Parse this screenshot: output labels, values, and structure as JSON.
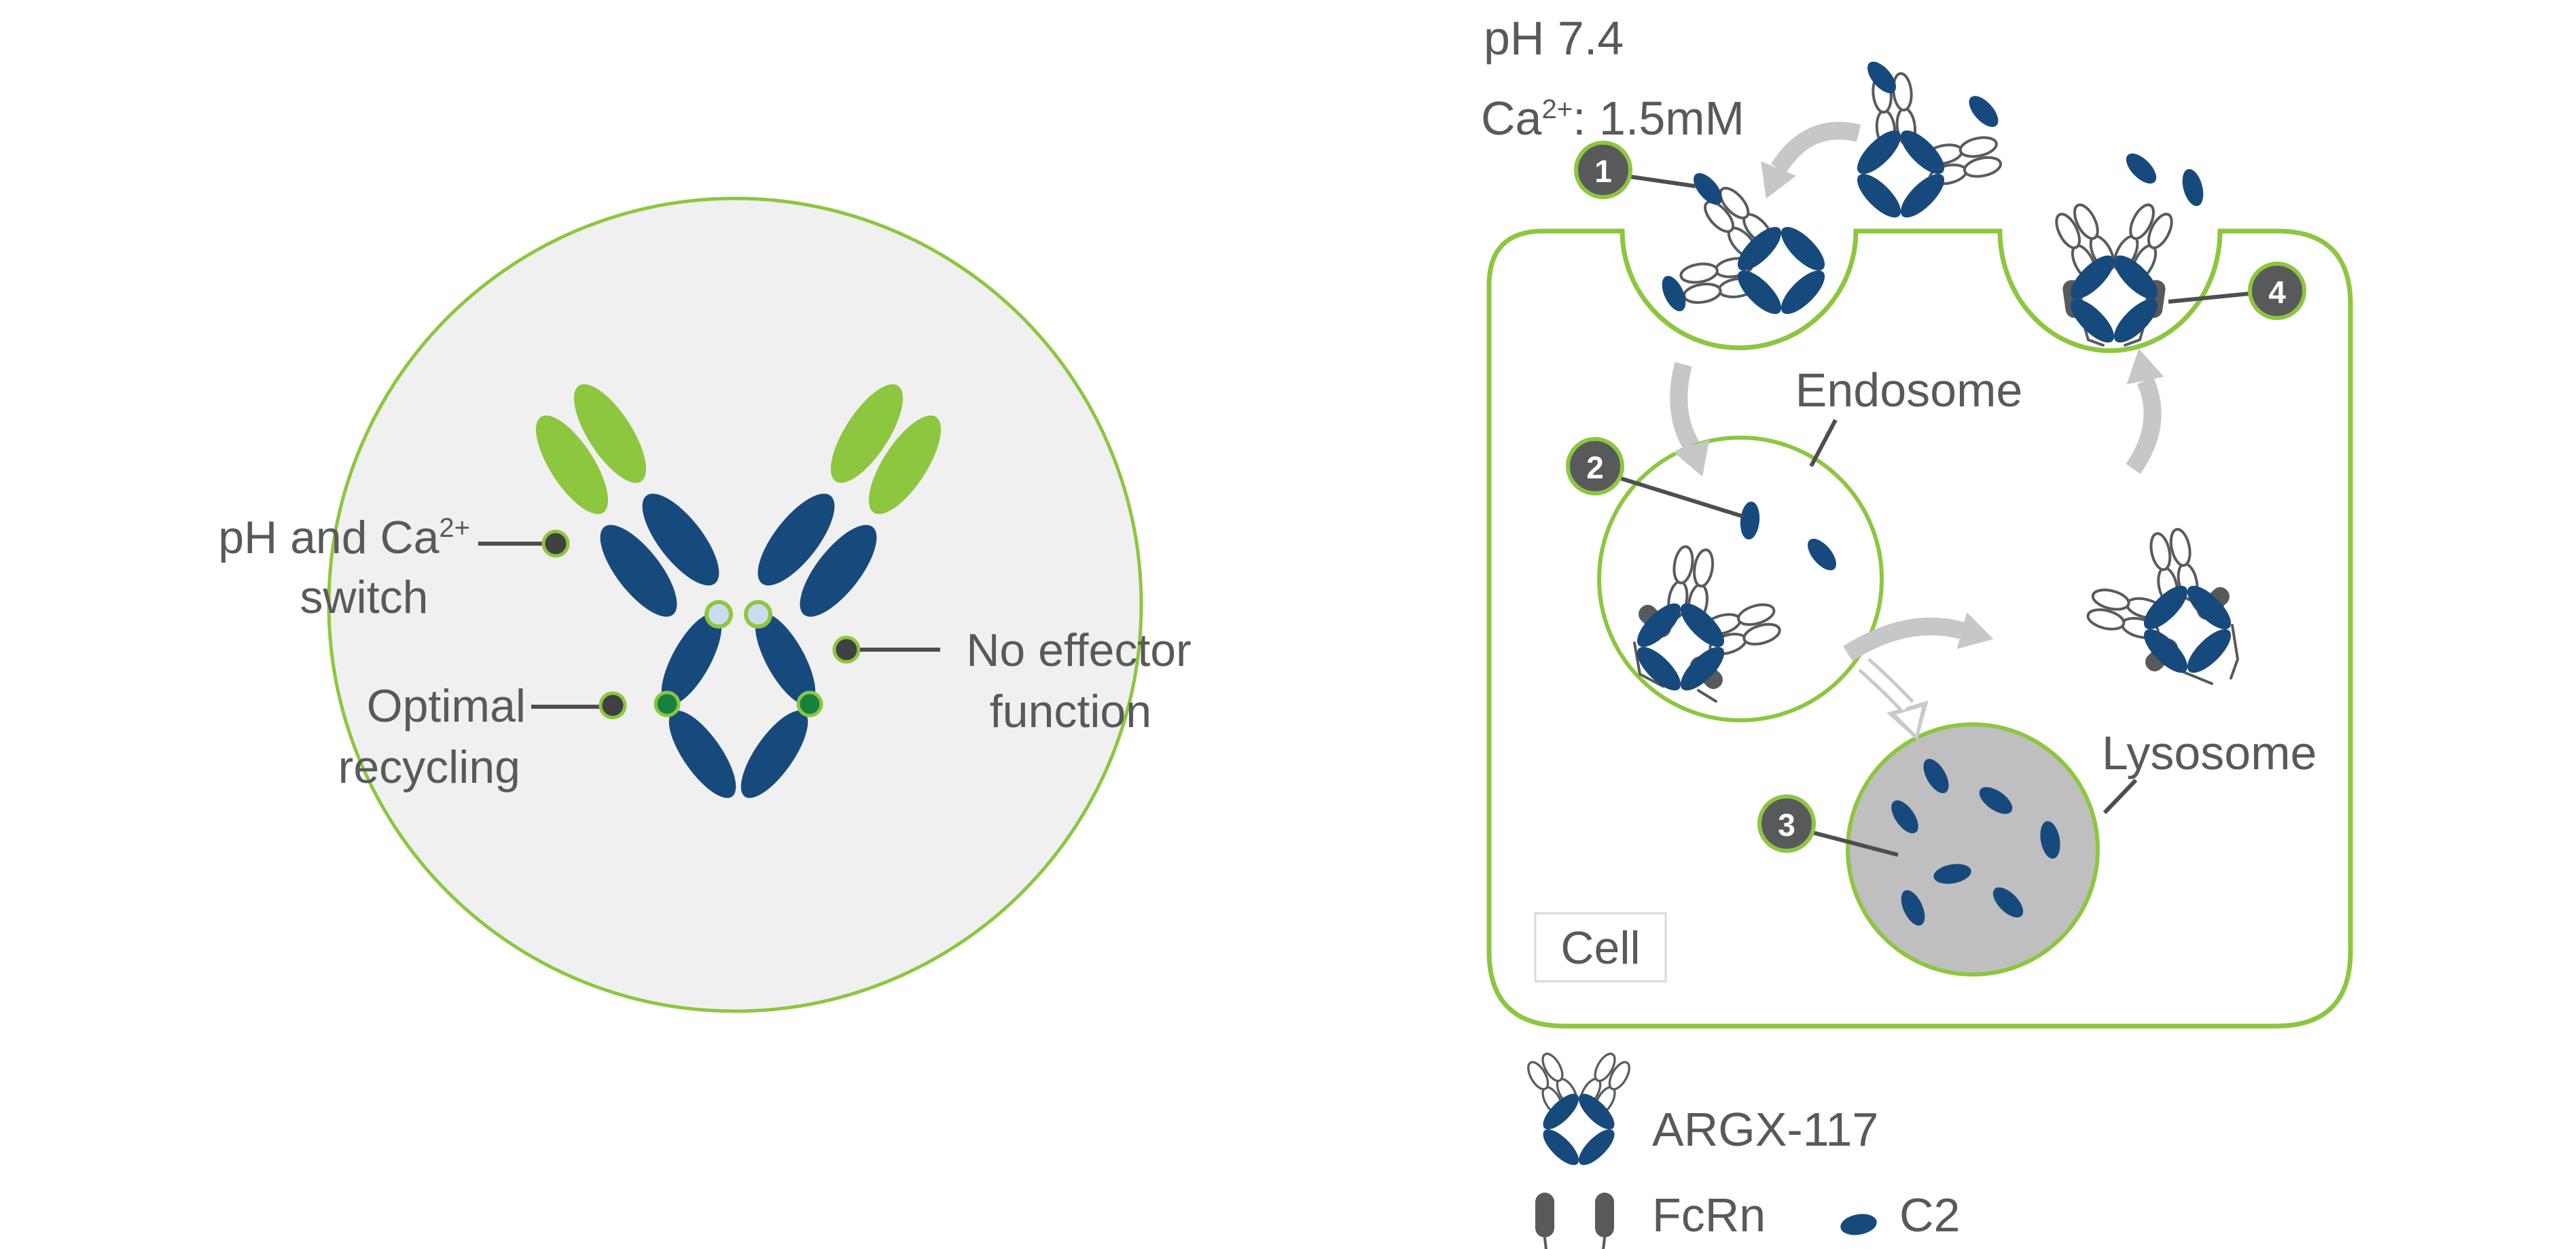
{
  "left_panel": {
    "annotations": [
      {
        "id": "ph-ca-switch",
        "line1_base": "pH and Ca",
        "line1_sup": "2+",
        "line2": "switch"
      },
      {
        "id": "optimal-recycling",
        "line1": "Optimal",
        "line2": "recycling"
      },
      {
        "id": "no-effector-function",
        "line1": "No effector",
        "line2": "function"
      }
    ]
  },
  "right_panel": {
    "environment": {
      "ph_label": "pH 7.4",
      "ca_base": "Ca",
      "ca_sup": "2+",
      "ca_rest": ": 1.5mM"
    },
    "organelles": {
      "endosome": "Endosome",
      "lysosome": "Lysosome",
      "cell": "Cell"
    },
    "steps": [
      {
        "number": "1"
      },
      {
        "number": "2"
      },
      {
        "number": "3"
      },
      {
        "number": "4"
      }
    ]
  },
  "legend": {
    "items": [
      {
        "icon": "antibody-icon",
        "label": "ARGX-117"
      },
      {
        "icon": "fcrn-receptor-icon",
        "label": "FcRn"
      },
      {
        "icon": "c2-protein-icon",
        "label": "C2"
      }
    ]
  },
  "colors": {
    "brand_green": "#8DC63F",
    "navy": "#174A7C",
    "text_gray": "#58595B",
    "arrow_gray": "#C6C7C8",
    "lysosome_gray": "#BFBFC0",
    "cell_circle_bg": "#F0F0F1",
    "glycan_blue": "#CBDCEE",
    "recycling_dot_green": "#17813E",
    "marker_fill": "#58595B"
  }
}
